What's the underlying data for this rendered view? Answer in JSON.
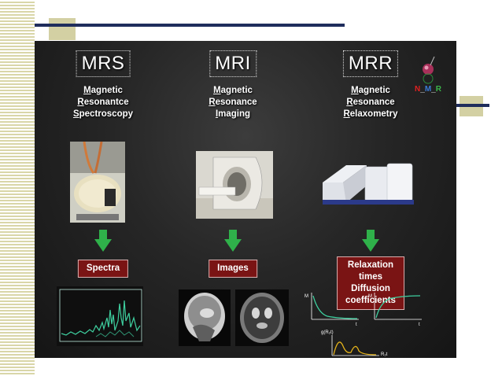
{
  "columns": [
    {
      "acronym": "MRS",
      "name_lines": [
        "Magnetic",
        "Resonantce",
        "Spectroscopy"
      ],
      "output_label": "Spectra"
    },
    {
      "acronym": "MRI",
      "name_lines": [
        "Magnetic",
        "Resonance",
        "Imaging"
      ],
      "output_label": "Images"
    },
    {
      "acronym": "MRR",
      "name_lines": [
        "Magnetic",
        "Resonance",
        "Relaxometry"
      ],
      "output_label": "Relaxation times\nDiffusion coefficients"
    }
  ],
  "nmr_logo": {
    "n": "N",
    "m": "M",
    "r": "R",
    "colors": {
      "n": "#e02020",
      "m": "#3a7bd5",
      "r": "#3bb54a"
    }
  },
  "relax_plots": {
    "axis_label_y1": "M",
    "axis_label_x1": "t",
    "axis_label_y2": "M",
    "axis_label_x2": "t",
    "dist_label_y": "g(R₂t)",
    "dist_label_x": "R₂t"
  },
  "colors": {
    "panel": "#222222",
    "label_bg": "#7a1414",
    "arrow": "#2fb14a",
    "plot_line": "#3ecf9f"
  }
}
